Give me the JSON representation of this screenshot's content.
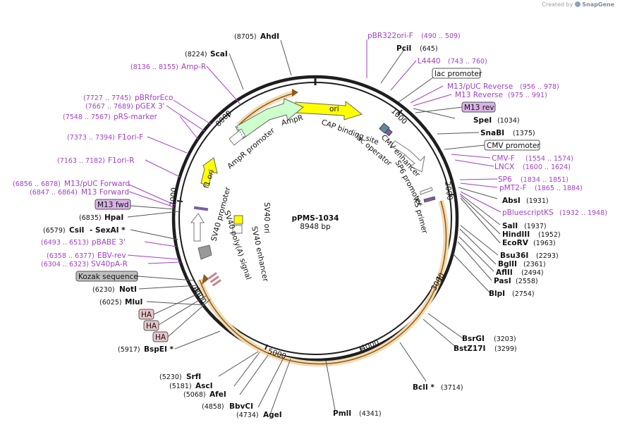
{
  "credit": {
    "prefix": "Created by",
    "brand": "SnapGene"
  },
  "plasmid": {
    "name": "pPMS-1034",
    "length": "8948 bp"
  },
  "ticks": [
    "1000",
    "2000",
    "3000",
    "4000",
    "5000",
    "6000",
    "7000",
    "8000"
  ],
  "sites": [
    {
      "name": "AhdI",
      "pos": "(8705)"
    },
    {
      "name": "ScaI",
      "pos": "(8224)"
    },
    {
      "name": "PciI",
      "pos": "(645)"
    },
    {
      "name": "SpeI",
      "pos": "(1034)"
    },
    {
      "name": "SnaBI",
      "pos": "(1375)"
    },
    {
      "name": "AbsI",
      "pos": "(1931)"
    },
    {
      "name": "SalI",
      "pos": "(1937)"
    },
    {
      "name": "HindIII",
      "pos": "(1952)"
    },
    {
      "name": "EcoRV",
      "pos": "(1963)"
    },
    {
      "name": "Bsu36I",
      "pos": "(2293)"
    },
    {
      "name": "BglII",
      "pos": "(2361)"
    },
    {
      "name": "AflII",
      "pos": "(2494)"
    },
    {
      "name": "PasI",
      "pos": "(2558)"
    },
    {
      "name": "BlpI",
      "pos": "(2754)"
    },
    {
      "name": "BsrGI",
      "pos": "(3203)"
    },
    {
      "name": "BstZ17I",
      "pos": "(3299)"
    },
    {
      "name": "BclI *",
      "pos": "(3714)"
    },
    {
      "name": "PmlI",
      "pos": "(4341)"
    },
    {
      "name": "AgeI",
      "pos": "(4734)"
    },
    {
      "name": "BbvCI",
      "pos": "(4858)"
    },
    {
      "name": "AfeI",
      "pos": "(5068)"
    },
    {
      "name": "AscI",
      "pos": "(5181)"
    },
    {
      "name": "SrfI",
      "pos": "(5230)"
    },
    {
      "name": "BspEI *",
      "pos": "(5917)"
    },
    {
      "name": "MluI",
      "pos": "(6025)"
    },
    {
      "name": "NotI",
      "pos": "(6230)"
    },
    {
      "name": "CsiI",
      "pos": "(6579)"
    },
    {
      "name": "SexAI *",
      "pos": ""
    },
    {
      "name": "HpaI",
      "pos": "(6835)"
    }
  ],
  "primers": [
    {
      "name": "pBR322ori-F",
      "range": "(490 .. 509)"
    },
    {
      "name": "L4440",
      "range": "(743 .. 760)"
    },
    {
      "name": "M13/pUC Reverse",
      "range": "(956 .. 978)"
    },
    {
      "name": "M13 Reverse",
      "range": "(975 .. 991)"
    },
    {
      "name": "CMV-F",
      "range": "(1554 .. 1574)"
    },
    {
      "name": "LNCX",
      "range": "(1600 .. 1624)"
    },
    {
      "name": "SP6",
      "range": "(1834 .. 1851)"
    },
    {
      "name": "pMT2-F",
      "range": "(1865 .. 1884)"
    },
    {
      "name": "pBluescriptKS",
      "range": "(1932 .. 1948)"
    },
    {
      "name": "Amp-R",
      "range": "(8136 .. 8155)"
    },
    {
      "name": "pBRforEco",
      "range": "(7727 .. 7745)"
    },
    {
      "name": "pGEX 3'",
      "range": "(7667 .. 7689)"
    },
    {
      "name": "pRS-marker",
      "range": "(7548 .. 7567)"
    },
    {
      "name": "F1ori-F",
      "range": "(7373 .. 7394)"
    },
    {
      "name": "F1ori-R",
      "range": "(7163 .. 7182)"
    },
    {
      "name": "M13/pUC Forward",
      "range": "(6856 .. 6878)"
    },
    {
      "name": "M13 Forward",
      "range": "(6847 .. 6864)"
    },
    {
      "name": "pBABE 3'",
      "range": "(6493 .. 6513)"
    },
    {
      "name": "EBV-rev",
      "range": "(6358 .. 6377)"
    },
    {
      "name": "SV40pA-R",
      "range": "(6304 .. 6323)"
    }
  ],
  "boxes": [
    "lac promoter",
    "M13 rev",
    "CMV promoter",
    "M13 fwd",
    "Kozak sequence"
  ],
  "tags": [
    "HA",
    "HA",
    "HA"
  ],
  "features": {
    "ori": "ori",
    "ampr": "AmpR",
    "ampr_promoter": "AmpR promoter",
    "f1ori": "f1 ori",
    "sv40_promoter": "SV40 promoter",
    "sv40_ori": "SV40 ori",
    "sv40_polya": "SV40 poly(A) signal",
    "sv40_enhancer": "SV40 enhancer",
    "cap": "CAP binding site",
    "lac_operator": "lac operator",
    "cmv_enhancer": "CMV enhancer",
    "sp6_promoter": "SP6 promoter",
    "ks_primer": "KS primer"
  },
  "colors": {
    "ring": "#222222",
    "purple": "#a23fc7",
    "ori": "#ffff00",
    "ampr": "#ccffcc",
    "orange": "#e8a33a",
    "box_fill": "#d9b3e6",
    "kozak_fill": "#c0c0c0",
    "ha_fill": "#e8c4c8"
  }
}
